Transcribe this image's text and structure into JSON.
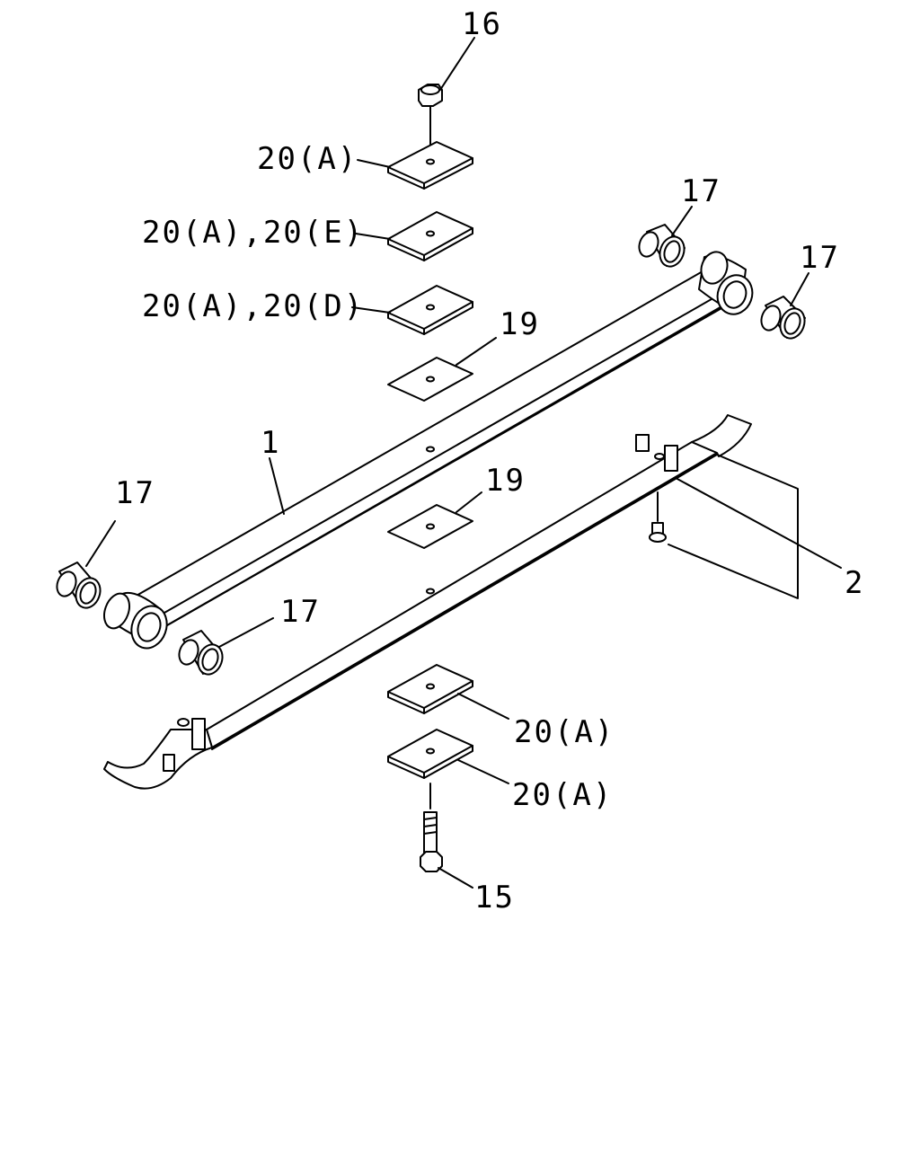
{
  "callouts": {
    "nut": "16",
    "plate_top": "20(A)",
    "plate_upper_ae": "20(A),20(E)",
    "plate_upper_ad": "20(A),20(D)",
    "spacer_upper": "19",
    "spacer_lower": "19",
    "main_leaf": "1",
    "second_leaf": "2",
    "bush_top_left": "17",
    "bush_top_right": "17",
    "bush_left": "17",
    "bush_mid": "17",
    "plate_lower_1": "20(A)",
    "plate_lower_2": "20(A)",
    "bolt": "15"
  },
  "colors": {
    "line": "#000000",
    "background": "#ffffff"
  }
}
